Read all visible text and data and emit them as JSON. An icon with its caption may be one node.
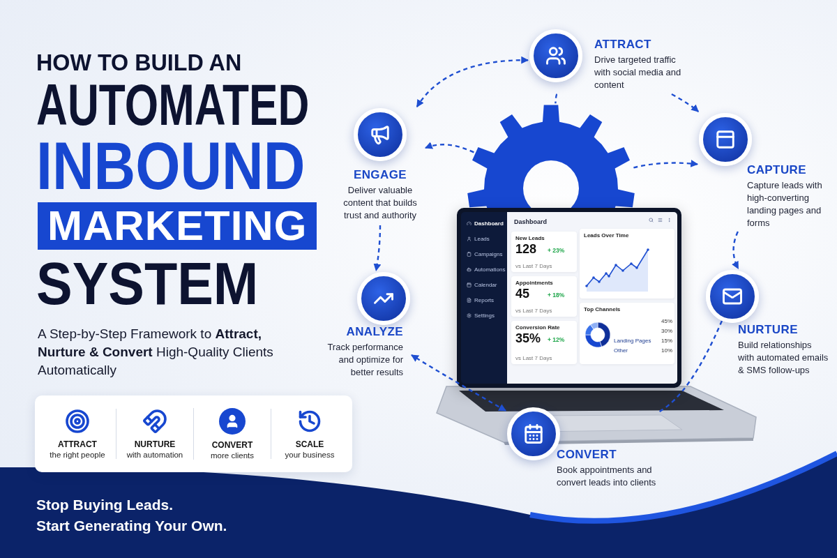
{
  "diagram": {
    "title": "HOW TO BUILD AN AUTOMATED INBOUND MARKETING SYSTEM",
    "nodes": [
      {
        "text": [
          "ATTRACT",
          "Drive targeted traffic with social media and content"
        ]
      },
      {
        "text": [
          "CAPTURE",
          "Capture leads with high-converting landing pages and forms"
        ]
      },
      {
        "text": [
          "NURTURE",
          "Build relationships with automated emails & SMS follow-ups"
        ]
      },
      {
        "text": [
          "CONVERT",
          "Book appointments and convert leads into clients"
        ]
      },
      {
        "text": [
          "ANALYZE",
          "Track performance and optimize for better results"
        ]
      },
      {
        "text": [
          "ENGAGE",
          "Deliver valuable content that builds trust and authority"
        ]
      },
      {
        "text": [],
        "shape": "gear"
      }
    ],
    "edges": [
      {
        "from": 0,
        "to": 1,
        "arrow": "to",
        "style": "dashed"
      },
      {
        "from": 1,
        "to": 2,
        "arrow": "to",
        "style": "dashed"
      },
      {
        "from": 2,
        "to": 3,
        "arrow": "none",
        "style": "dashed"
      },
      {
        "from": 3,
        "to": 4,
        "arrow": "both",
        "style": "dashed"
      },
      {
        "from": 5,
        "to": 4,
        "arrow": "to",
        "style": "dashed"
      },
      {
        "from": 0,
        "to": 5,
        "arrow": "both",
        "style": "dashed"
      },
      {
        "from": 6,
        "to": 5,
        "arrow": "to",
        "style": "dashed"
      },
      {
        "from": 6,
        "to": 1,
        "arrow": "to",
        "style": "dashed"
      },
      {
        "from": 0,
        "to": 6,
        "arrow": "none",
        "style": "dashed"
      }
    ],
    "labels": [
      "A Step-by-Step Framework to **Attract, Nurture & Convert** High-Quality Clients Automatically",
      "ATTRACT",
      "the right people",
      "NURTURE",
      "with automation",
      "CONVERT",
      "more clients",
      "SCALE",
      "your business",
      "Dashboard",
      "Leads",
      "Campaigns",
      "Automations",
      "Calendar",
      "Reports",
      "Settings",
      "Dashboard",
      "New Leads",
      "128",
      "+ 23%",
      "vs Last 7 Days",
      "Appointments",
      "45",
      "+ 18%",
      "vs Last 7 Days",
      "Conversion Rate",
      "35%",
      "+ 12%",
      "vs Last 7 Days",
      "Leads Over Time",
      "Top Channels",
      "45%",
      "30%",
      "Landing Pages",
      "15%",
      "Other",
      "10%",
      "Stop Buying Leads.",
      "Start **Generating** Your Own."
    ]
  }
}
